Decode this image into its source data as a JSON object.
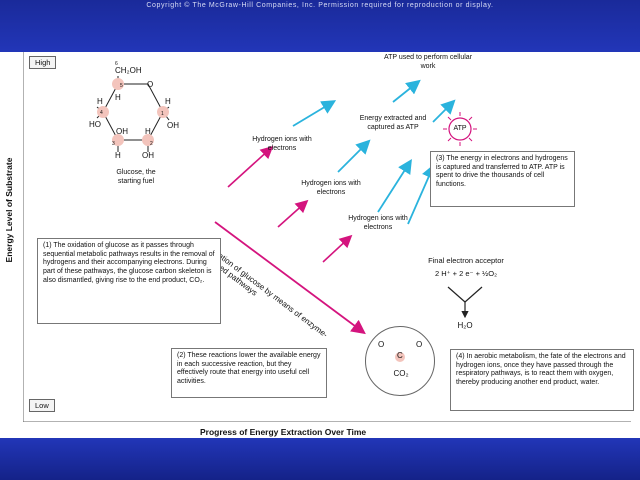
{
  "copyright": "Copyright © The McGraw-Hill Companies, Inc. Permission required for reproduction or display.",
  "axes": {
    "y_label": "Energy Level of Substrate",
    "x_label": "Progress of Energy Extraction Over Time",
    "high": "High",
    "low": "Low"
  },
  "glucose": {
    "atoms": {
      "c6": "6",
      "ch2oh": "CH₂OH",
      "c5": "5",
      "o": "O",
      "h5": "H",
      "h4": "H",
      "c4": "4",
      "ho": "HO",
      "oh3": "OH",
      "c3": "3",
      "h3": "H",
      "h1": "H",
      "c1": "1",
      "oh1": "OH",
      "h2": "H",
      "c2": "2",
      "oh2": "OH"
    },
    "caption": "Glucose, the starting fuel"
  },
  "pathway_label": "Oxidation of glucose by means of enzyme-catalyzed pathways",
  "hydrogen_labels": [
    "Hydrogen ions with electrons",
    "Hydrogen ions with electrons",
    "Hydrogen ions with electrons"
  ],
  "energy_extracted": "Energy extracted and captured as ATP",
  "atp_label": "ATP",
  "atp_used": "ATP used to perform cellular work",
  "notes": {
    "n1": "(1) The oxidation of glucose as it passes through sequential metabolic pathways results in the removal of hydrogens and their accompanying electrons. During part of these pathways, the glucose carbon skeleton is also dismantled, giving rise to the end product, CO₂.",
    "n2": "(2) These reactions lower the available energy in each successive reaction, but they effectively route that energy into useful cell activities.",
    "n3": "(3) The energy in electrons and hydrogens is captured and transferred to ATP. ATP is spent to drive the thousands of cell functions.",
    "n4": "(4) In aerobic metabolism, the fate of the electrons and hydrogen ions, once they have passed through the respiratory pathways, is to react them with oxygen, thereby producing another end product, water."
  },
  "acceptor": {
    "title": "Final electron acceptor",
    "equation": "2 H⁺ + 2 e⁻ + ½O₂",
    "product": "H₂O"
  },
  "co2": {
    "o_left": "O",
    "c": "C",
    "o_right": "O",
    "formula": "CO₂"
  },
  "colors": {
    "band": "#2236b8",
    "arrow_cyan": "#2ab3dd",
    "arrow_magenta": "#d4147e",
    "acceptor_fill": "#fbe9a0",
    "atom_highlight": "#f3c4bc"
  }
}
